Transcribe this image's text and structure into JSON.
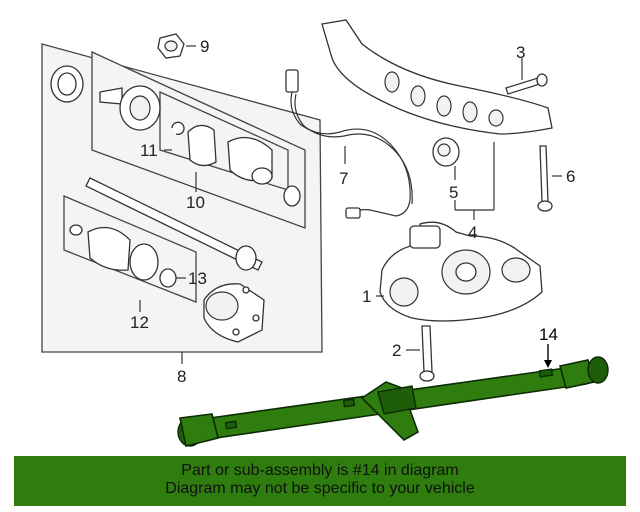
{
  "callouts": {
    "c1": "1",
    "c2": "2",
    "c3": "3",
    "c4": "4",
    "c5": "5",
    "c6": "6",
    "c7": "7",
    "c8": "8",
    "c9": "9",
    "c10": "10",
    "c11": "11",
    "c12": "12",
    "c13": "13",
    "c14": "14"
  },
  "highlight": {
    "part_number": "14",
    "color": "#2e7d0e"
  },
  "banner": {
    "line1": "Part or sub-assembly is #14 in diagram",
    "line2": "Diagram may not be specific to your vehicle"
  }
}
